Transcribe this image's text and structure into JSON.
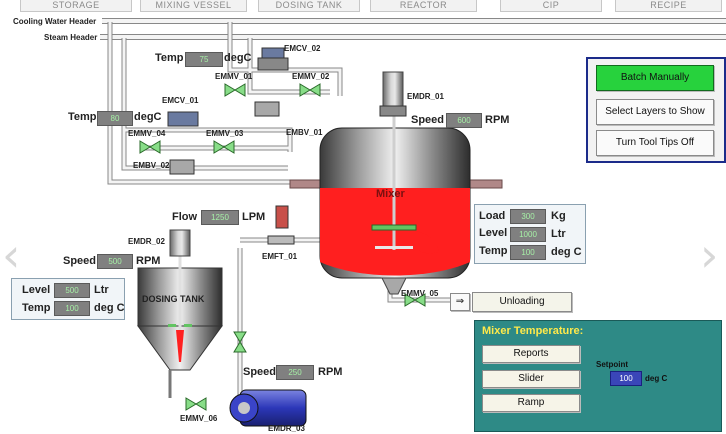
{
  "tabs": [
    "STORAGE",
    "MIXING VESSEL",
    "DOSING TANK",
    "REACTOR",
    "CIP",
    "RECIPE"
  ],
  "headers": {
    "cooling_water": "Cooling Water Header",
    "steam": "Steam Header"
  },
  "top_temp": {
    "label": "Temp",
    "value": "75",
    "unit": "degC"
  },
  "mid_temp": {
    "label": "Temp",
    "value": "80",
    "unit": "degC"
  },
  "valves": {
    "emcv_02": "EMCV_02",
    "emmv_01": "EMMV_01",
    "emmv_02": "EMMV_02",
    "embv_01": "EMBV_01",
    "emcv_01": "EMCV_01",
    "emmv_04": "EMMV_04",
    "emmv_03": "EMMV_03",
    "embv_02": "EMBV_02",
    "emmv_05": "EMMV_05",
    "emmv_06": "EMMV_06",
    "emft_01": "EMFT_01"
  },
  "motors": {
    "emdr_01": "EMDR_01",
    "emdr_02": "EMDR_02",
    "emdr_03": "EMDR_03"
  },
  "mixer": {
    "title": "Mixer",
    "speed": {
      "label": "Speed",
      "value": "600",
      "unit": "RPM"
    },
    "load": {
      "label": "Load",
      "value": "300",
      "unit": "Kg"
    },
    "level": {
      "label": "Level",
      "value": "1000",
      "unit": "Ltr"
    },
    "temp": {
      "label": "Temp",
      "value": "100",
      "unit": "deg C"
    }
  },
  "flow": {
    "label": "Flow",
    "value": "1250",
    "unit": "LPM"
  },
  "dosing": {
    "title": "DOSING TANK",
    "speed": {
      "label": "Speed",
      "value": "500",
      "unit": "RPM"
    },
    "level": {
      "label": "Level",
      "value": "500",
      "unit": "Ltr"
    },
    "temp": {
      "label": "Temp",
      "value": "100",
      "unit": "deg C"
    }
  },
  "pump_speed": {
    "label": "Speed",
    "value": "250",
    "unit": "RPM"
  },
  "right_buttons": {
    "batch": "Batch Manually",
    "layers": "Select Layers to Show",
    "tooltips": "Turn Tool Tips Off"
  },
  "unloading": "Unloading",
  "temperature_panel": {
    "title": "Mixer Temperature:",
    "reports": "Reports",
    "slider": "Slider",
    "ramp": "Ramp",
    "setpoint_label": "Setpoint",
    "setpoint_value": "100",
    "setpoint_unit": "deg C"
  },
  "colors": {
    "fluid": "#ff1f1f",
    "panel_teal": "#2e8a86",
    "active_green": "#27d23d",
    "value_text": "#a6f0a6"
  }
}
